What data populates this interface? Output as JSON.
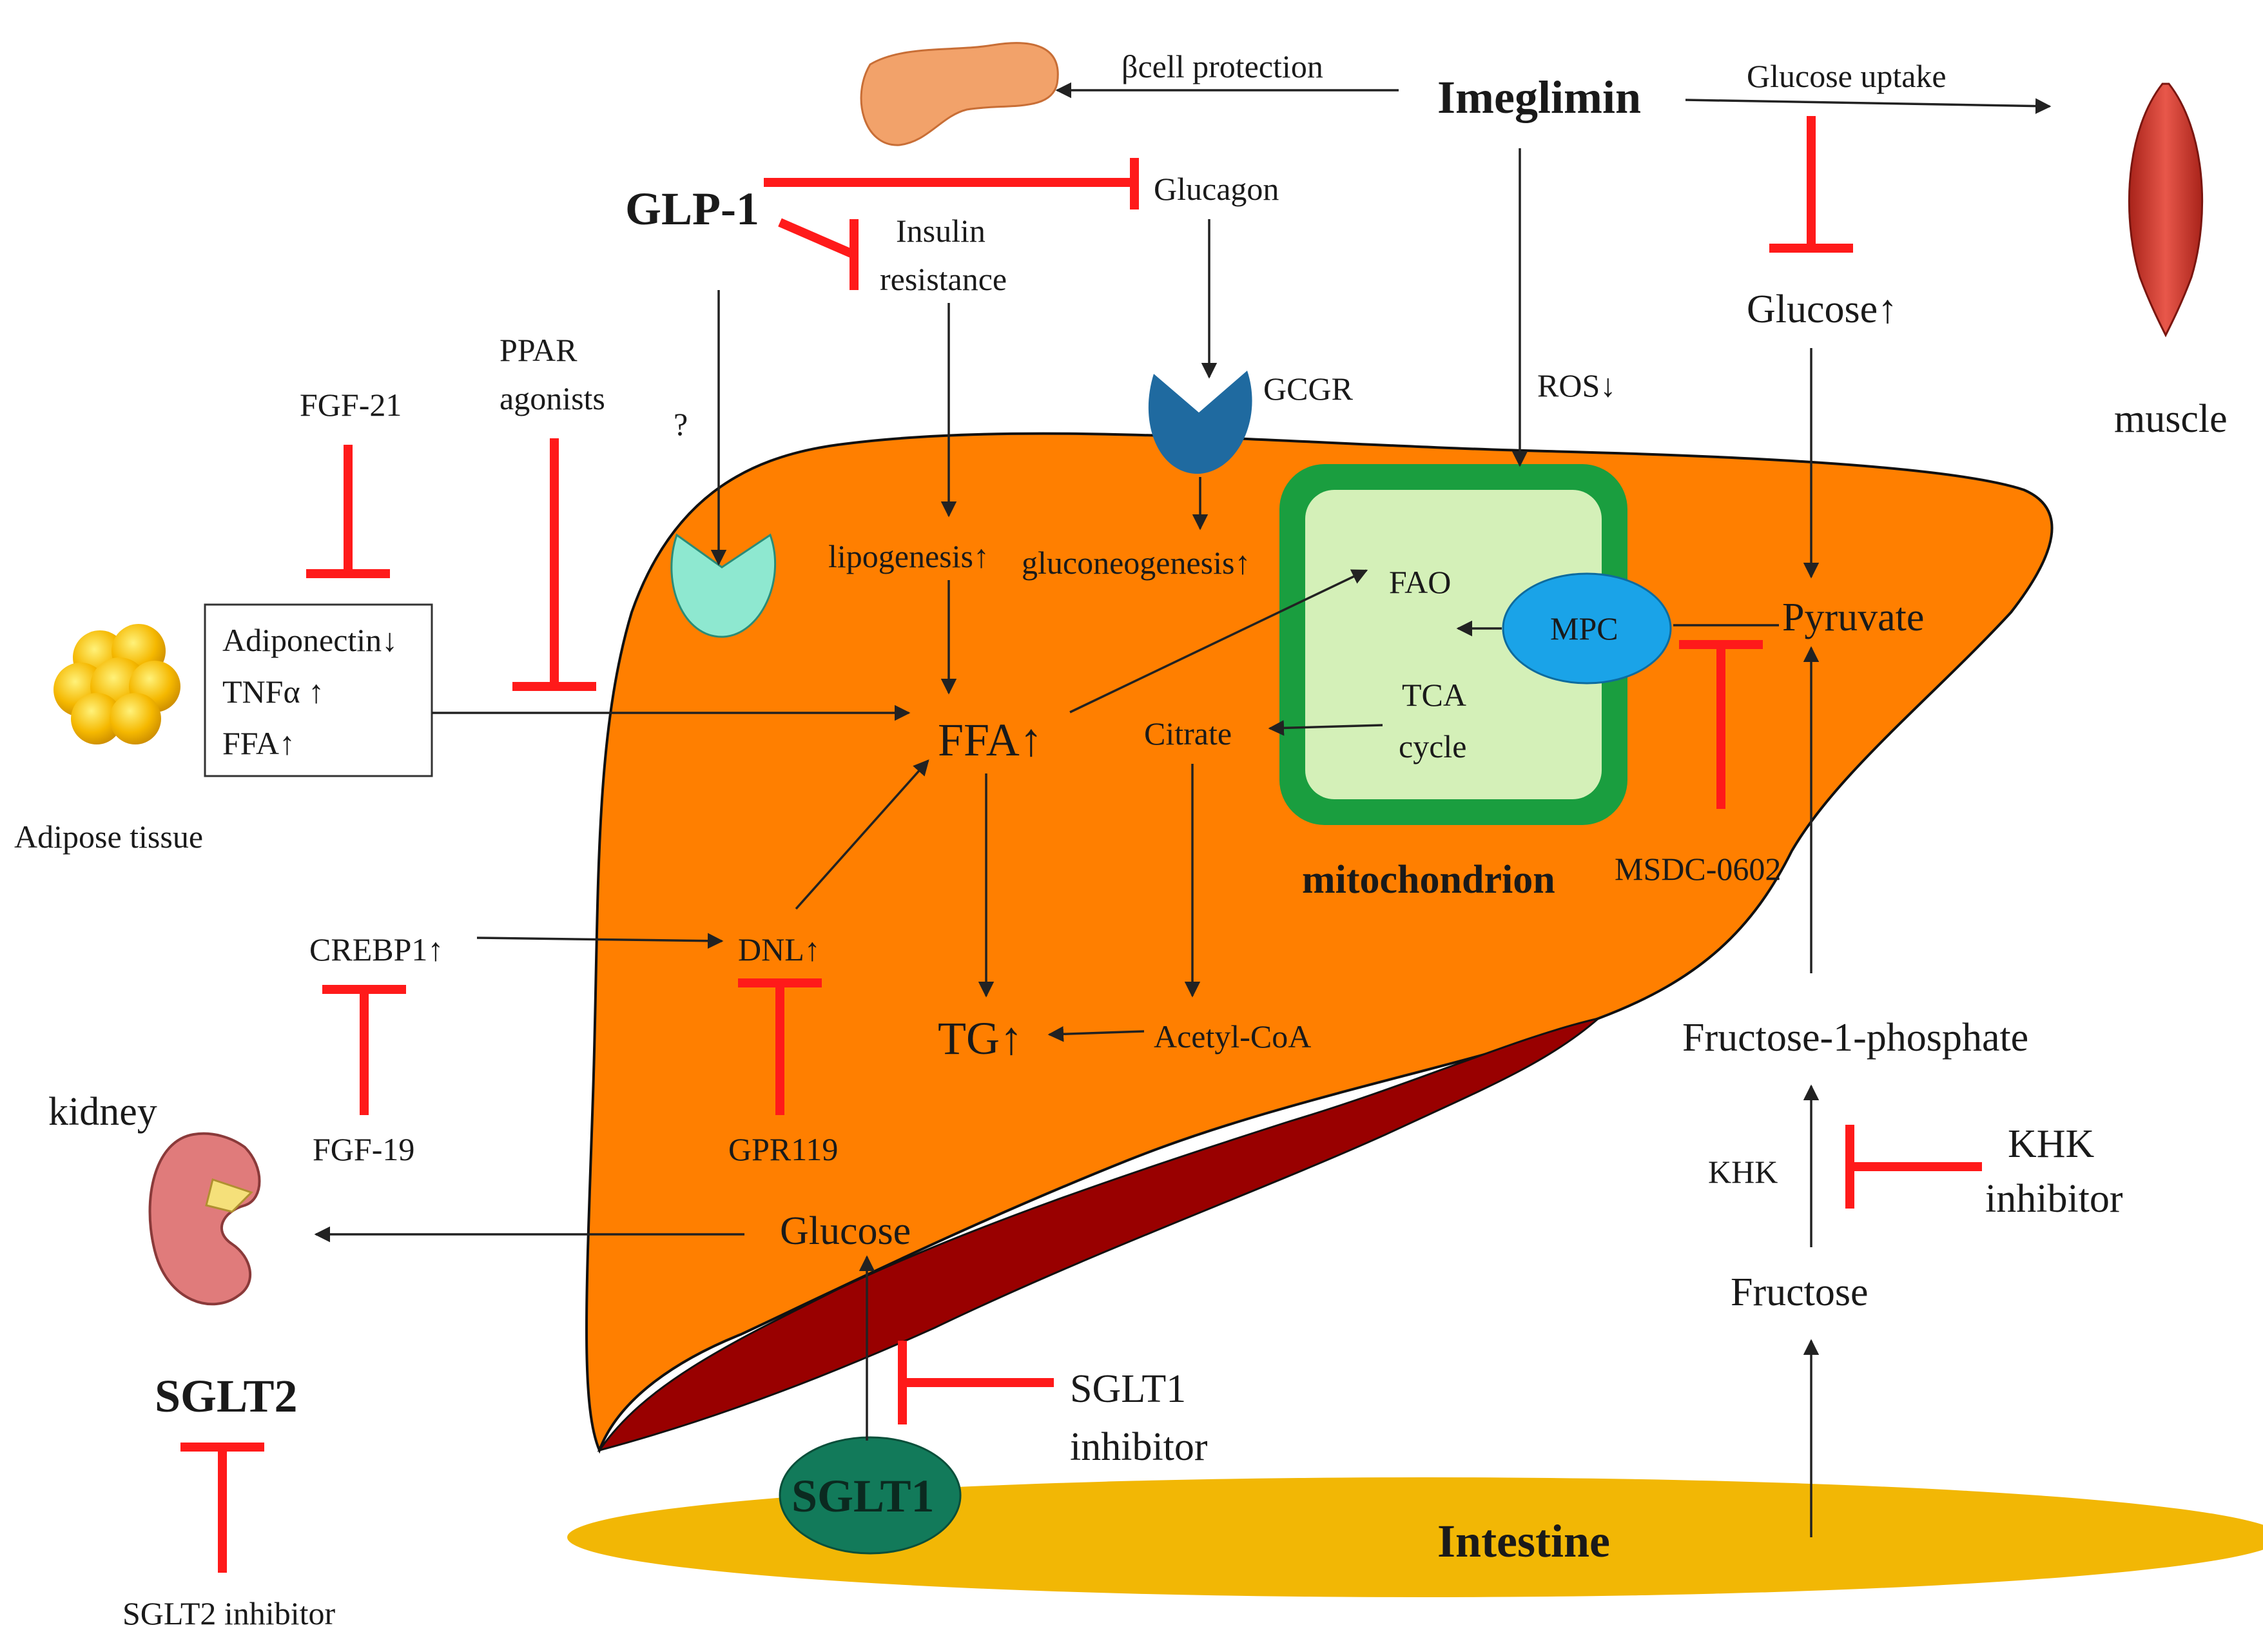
{
  "colors": {
    "liver": "#ff7f00",
    "liver_portal": "#990000",
    "intestine": "#f2b705",
    "mitochondrion_outer": "#1a9e3f",
    "mitochondrion_inner": "#d4f0b8",
    "mpc": "#1aa3e8",
    "sglt1": "#127a5a",
    "gcgr": "#1f6aa0",
    "glp1_receptor": "#8ee8d0",
    "inhibition": "#ff1a1a",
    "arrow": "#222222",
    "adipose": "#f5b800",
    "pancreas": "#f2a26a",
    "muscle": "#d9453a",
    "kidney": "#e07b7b"
  },
  "labels": {
    "beta_cell_protection": "βcell protection",
    "imeglimin": "Imeglimin",
    "glucose_uptake": "Glucose uptake",
    "glp1": "GLP-1",
    "glucagon": "Glucagon",
    "insulin_resistance_1": "Insulin",
    "insulin_resistance_2": "resistance",
    "glucose_up_muscle": "Glucose↑",
    "muscle": "muscle",
    "ppar_1": "PPAR",
    "ppar_2": "agonists",
    "fgf21": "FGF-21",
    "question": "?",
    "gcgr": "GCGR",
    "ros": "ROS↓",
    "lipogenesis": "lipogenesis↑",
    "gluconeogenesis": "gluconeogenesis↑",
    "fao": "FAO",
    "mpc": "MPC",
    "pyruvate": "Pyruvate",
    "adipo_line1": "Adiponectin↓",
    "adipo_line2": "TNFα ↑",
    "adipo_line3": "FFA↑",
    "adipose_tissue": "Adipose tissue",
    "ffa": "FFA↑",
    "citrate": "Citrate",
    "tca_1": "TCA",
    "tca_2": "cycle",
    "mitochondrion": "mitochondrion",
    "msdc": "MSDC-0602",
    "crebp1": "CREBP1↑",
    "dnl": "DNL↑",
    "tg": "TG↑",
    "acetyl_coa": "Acetyl-CoA",
    "fructose_1_phosphate": "Fructose-1-phosphate",
    "kidney": "kidney",
    "fgf19": "FGF-19",
    "gpr119": "GPR119",
    "khk": "KHK",
    "khk_inhibitor_1": "KHK",
    "khk_inhibitor_2": "inhibitor",
    "glucose_liver": "Glucose",
    "fructose": "Fructose",
    "sglt2": "SGLT2",
    "sglt1_inhibitor_1": "SGLT1",
    "sglt1_inhibitor_2": "inhibitor",
    "sglt1": "SGLT1",
    "intestine": "Intestine",
    "sglt2_inhibitor": "SGLT2 inhibitor"
  }
}
